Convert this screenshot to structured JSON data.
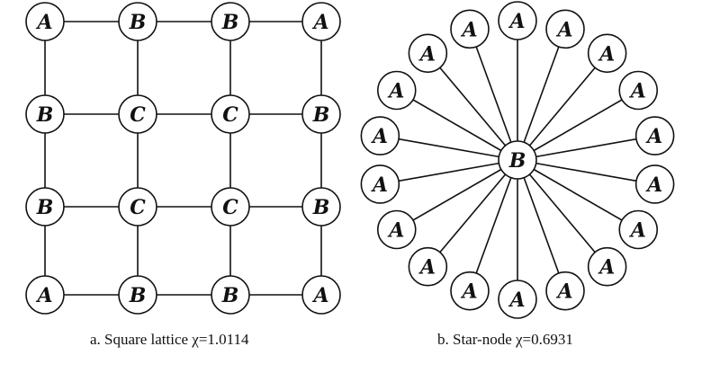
{
  "panels": {
    "square_lattice": {
      "caption": "a. Square lattice χ=1.0114",
      "grid": [
        [
          "A",
          "B",
          "B",
          "A"
        ],
        [
          "B",
          "C",
          "C",
          "B"
        ],
        [
          "B",
          "C",
          "C",
          "B"
        ],
        [
          "A",
          "B",
          "B",
          "A"
        ]
      ]
    },
    "star_node": {
      "caption": "b. Star-node χ=0.6931",
      "center_label": "B",
      "leaf_labels": [
        "A",
        "A",
        "A",
        "A",
        "A",
        "A",
        "A",
        "A",
        "A",
        "A",
        "A",
        "A",
        "A",
        "A",
        "A",
        "A",
        "A",
        "A"
      ]
    }
  }
}
